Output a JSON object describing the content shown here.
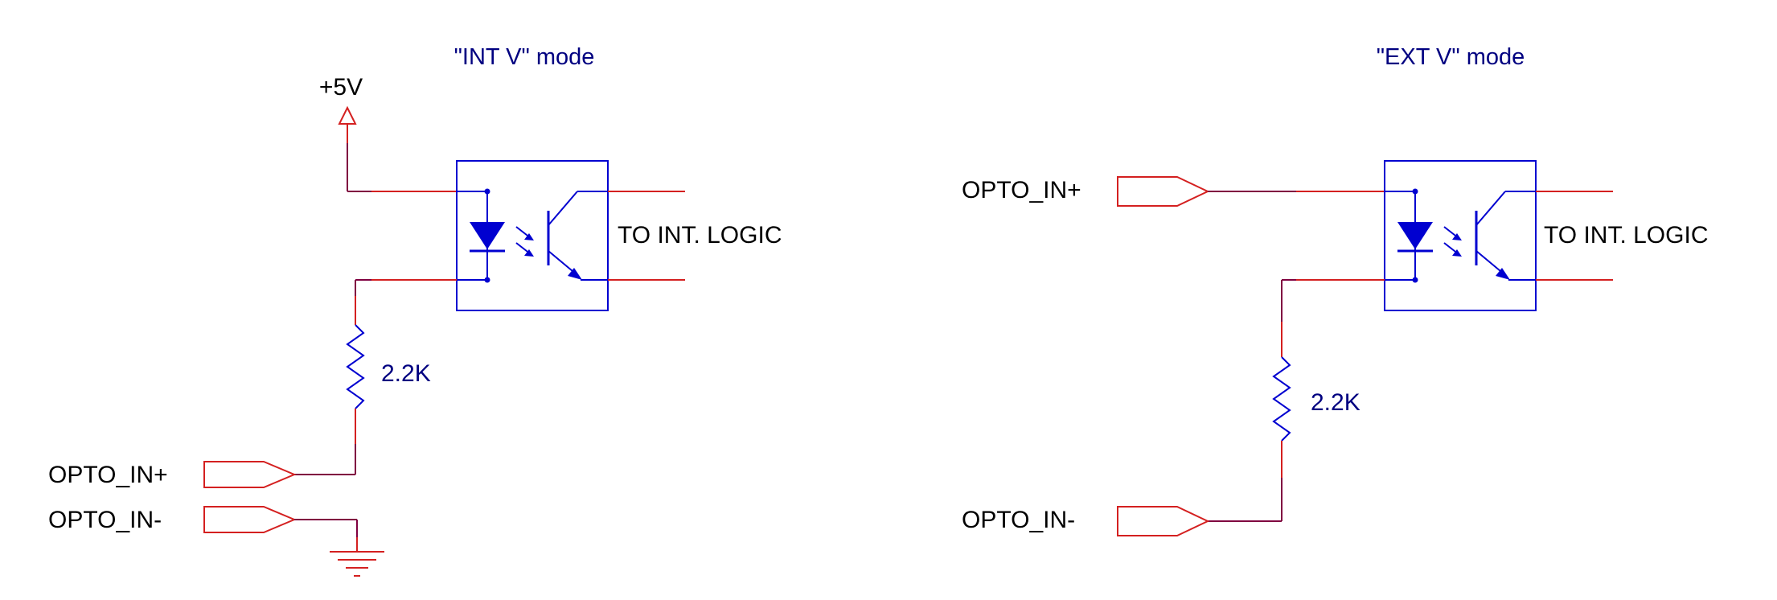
{
  "diagrams": {
    "int": {
      "title": "\"INT V\" mode",
      "supply_label": "+5V",
      "logic_label": "TO INT. LOGIC",
      "resistor_label": "2.2K",
      "in_plus_label": "OPTO_IN+",
      "in_minus_label": "OPTO_IN-"
    },
    "ext": {
      "title": "\"EXT V\" mode",
      "logic_label": "TO INT. LOGIC",
      "resistor_label": "2.2K",
      "in_plus_label": "OPTO_IN+",
      "in_minus_label": "OPTO_IN-"
    }
  },
  "colors": {
    "wire": "#d42020",
    "net": "#800040",
    "component": "#0000d0",
    "text_label": "#000000",
    "text_title": "#000080"
  }
}
